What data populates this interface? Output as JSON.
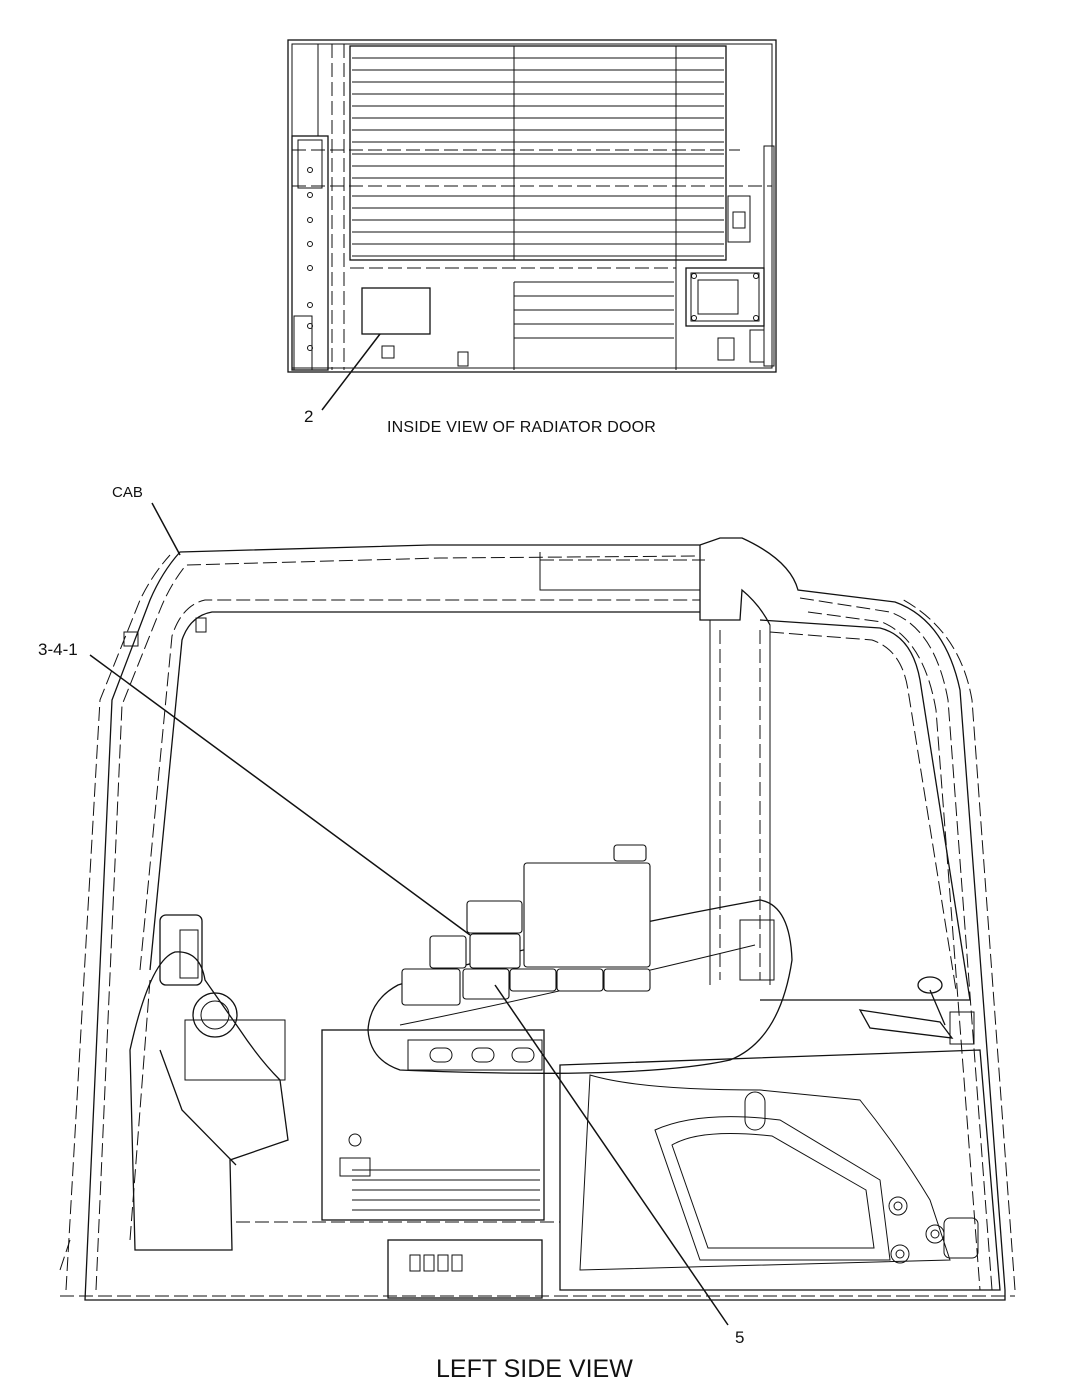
{
  "radiator_door": {
    "callout": "2",
    "caption": "INSIDE VIEW OF RADIATOR DOOR"
  },
  "cab": {
    "label": "CAB",
    "callouts": [
      "3-4-1",
      "5"
    ],
    "caption": "LEFT SIDE VIEW"
  }
}
